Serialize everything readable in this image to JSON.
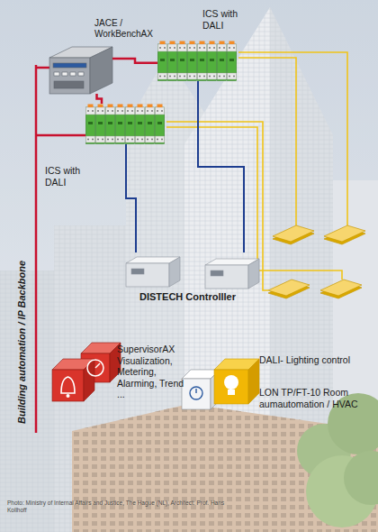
{
  "diagram": {
    "nodes": [
      {
        "text": [
          "JACE / WorkBenchAX"
        ]
      },
      {
        "text": [
          "ICS with DALI"
        ]
      },
      {
        "text": [
          "ICS with DALI"
        ]
      },
      {
        "text": [
          "DISTECH Controlller"
        ]
      },
      {
        "text": [
          "SupervisorAX Visualization, Metering, Alarming, Trend ..."
        ]
      },
      {
        "text": [
          "DALI- Lighting control",
          "LON TP/FT-10 Room aumautomation / HVAC"
        ]
      }
    ],
    "edges": [
      {
        "from": 0,
        "to": 1,
        "arrow": "none"
      },
      {
        "from": 0,
        "to": 2,
        "arrow": "none"
      },
      {
        "from": 2,
        "to": 3,
        "arrow": "none"
      },
      {
        "from": 1,
        "to": 3,
        "arrow": "none"
      }
    ],
    "labels": [
      "Building automation / IP Backbone",
      "Photo: Ministry of Internal Affairs and Justice, The Hague (NL), Architect: Prof. Hans Kollhoff"
    ]
  }
}
